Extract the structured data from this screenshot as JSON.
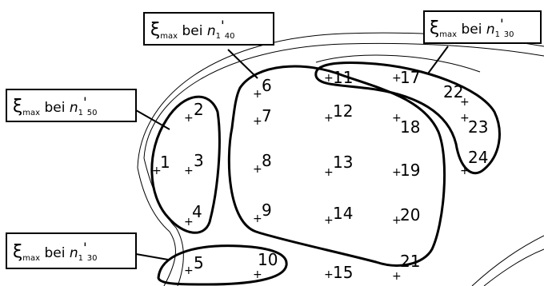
{
  "callouts": [
    {
      "xi": "ξ",
      "sub": "max",
      "word": "bei",
      "n": "n",
      "idx": "1",
      "prime": "'",
      "val": "50"
    },
    {
      "xi": "ξ",
      "sub": "max",
      "word": "bei",
      "n": "n",
      "idx": "1",
      "prime": "'",
      "val": "40"
    },
    {
      "xi": "ξ",
      "sub": "max",
      "word": "bei",
      "n": "n",
      "idx": "1",
      "prime": "'",
      "val": "30"
    },
    {
      "xi": "ξ",
      "sub": "max",
      "word": "bei",
      "n": "n",
      "idx": "1",
      "prime": "'",
      "val": "30"
    }
  ],
  "points": [
    "1",
    "2",
    "3",
    "4",
    "5",
    "6",
    "7",
    "8",
    "9",
    "10",
    "11",
    "12",
    "13",
    "14",
    "15",
    "17",
    "18",
    "19",
    "20",
    "21",
    "22",
    "23",
    "24"
  ]
}
